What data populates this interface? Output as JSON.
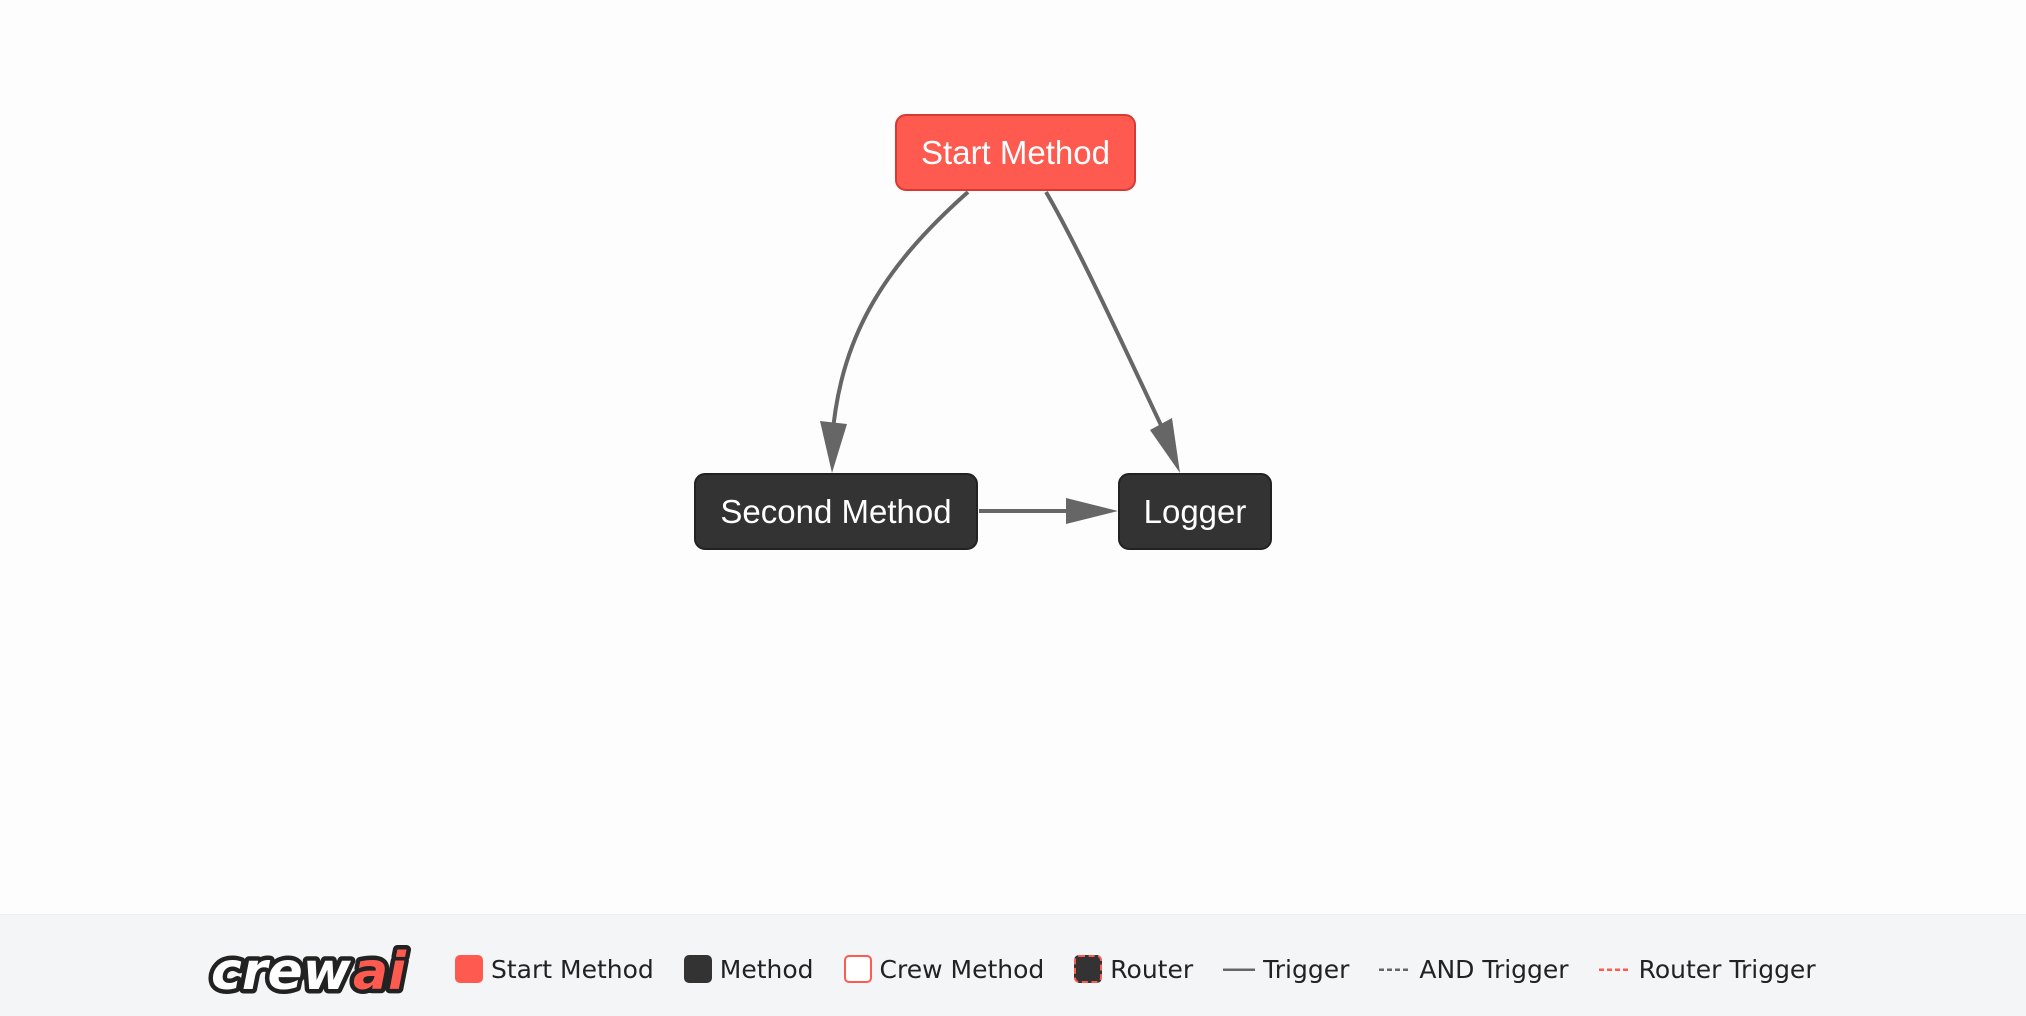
{
  "flow": {
    "nodes": [
      {
        "id": "start",
        "label": "Start Method",
        "type": "start"
      },
      {
        "id": "second",
        "label": "Second Method",
        "type": "method"
      },
      {
        "id": "logger",
        "label": "Logger",
        "type": "method"
      }
    ],
    "edges": [
      {
        "from": "start",
        "to": "second",
        "type": "trigger"
      },
      {
        "from": "start",
        "to": "logger",
        "type": "trigger"
      },
      {
        "from": "second",
        "to": "logger",
        "type": "trigger"
      }
    ]
  },
  "colors": {
    "start": "#ff5a50",
    "method": "#333333",
    "edge": "#666666",
    "router_trigger": "#ff5a50",
    "background": "#fdfdfd",
    "legend_background": "#f4f5f6"
  },
  "legend": {
    "logo_text": "crewai",
    "items": [
      {
        "label": "Start Method",
        "icon": "start-method-swatch"
      },
      {
        "label": "Method",
        "icon": "method-swatch"
      },
      {
        "label": "Crew Method",
        "icon": "crew-method-swatch"
      },
      {
        "label": "Router",
        "icon": "router-swatch"
      },
      {
        "label": "Trigger",
        "icon": "solid-line"
      },
      {
        "label": "AND Trigger",
        "icon": "dashed-line"
      },
      {
        "label": "Router Trigger",
        "icon": "red-dashed-line"
      }
    ]
  }
}
